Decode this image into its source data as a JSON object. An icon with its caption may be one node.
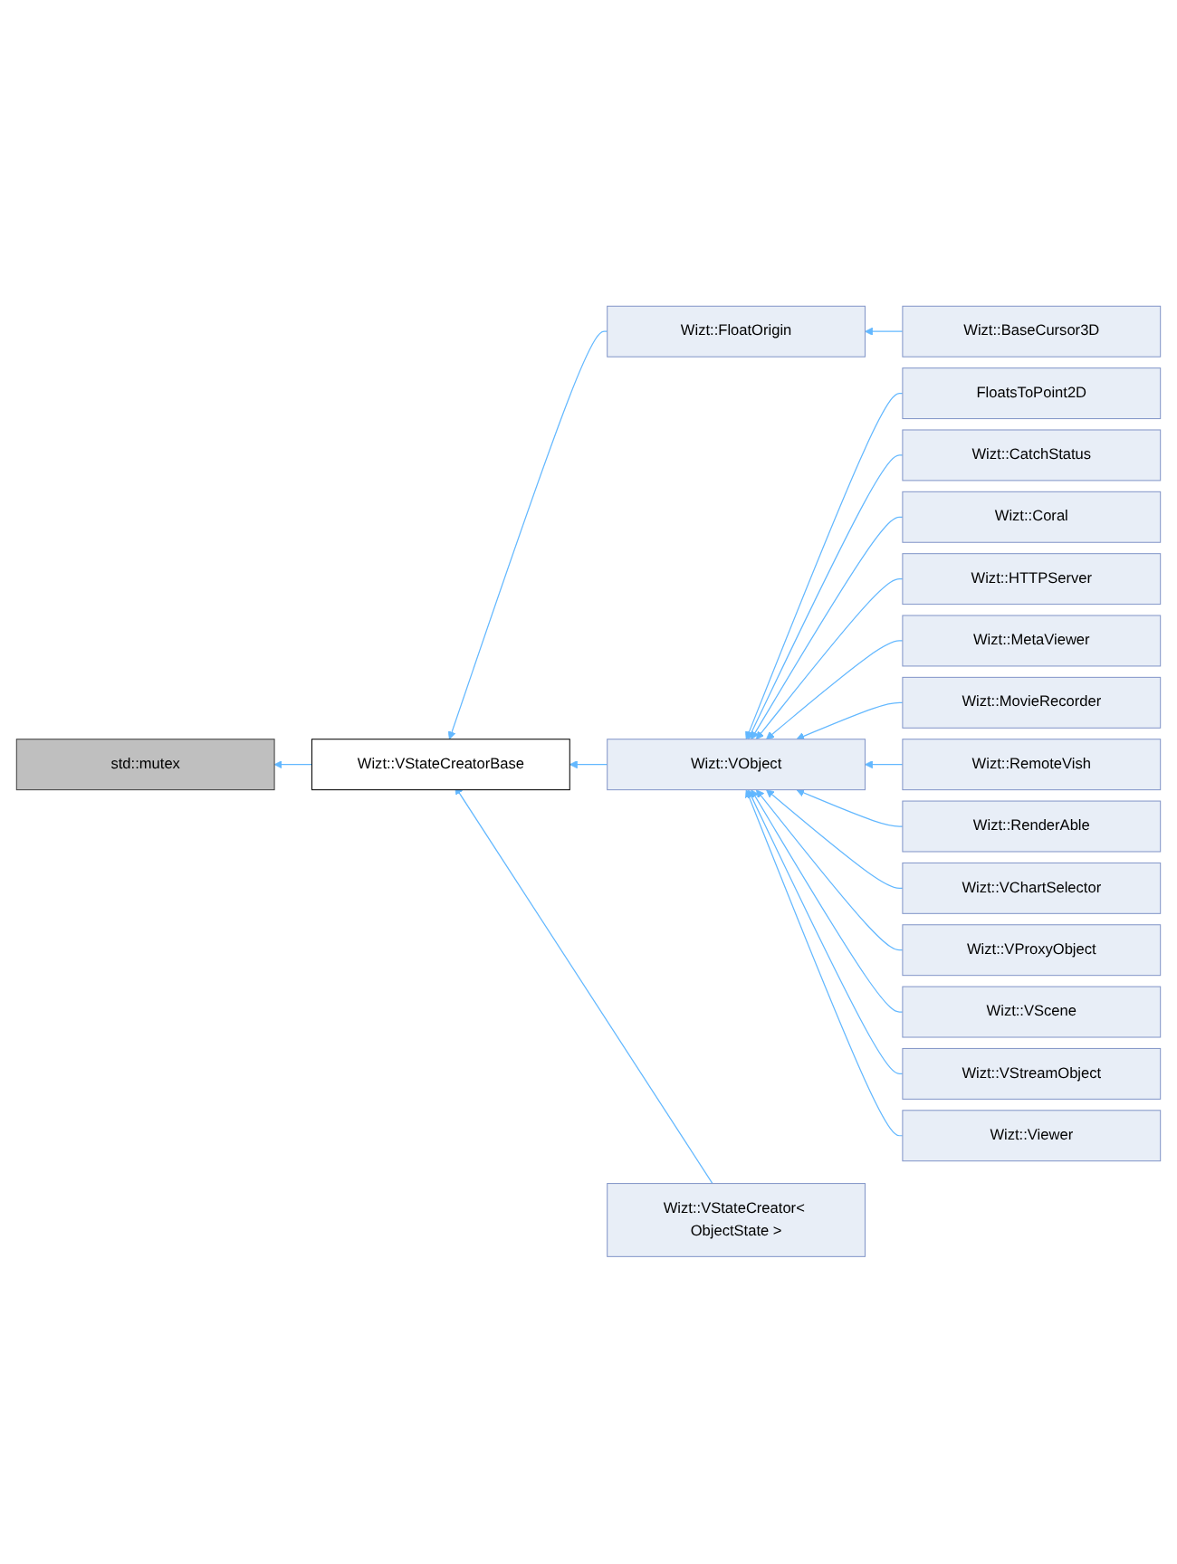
{
  "diagram": {
    "nodes": [
      {
        "text": [
          "std::mutex"
        ]
      },
      {
        "text": [
          "Wizt::VStateCreatorBase"
        ]
      },
      {
        "text": [
          "Wizt::FloatOrigin"
        ]
      },
      {
        "text": [
          "Wizt::VObject"
        ]
      },
      {
        "text": [
          "Wizt::VStateCreator< ObjectState >"
        ]
      },
      {
        "text": [
          "Wizt::BaseCursor3D"
        ]
      },
      {
        "text": [
          "FloatsToPoint2D"
        ]
      },
      {
        "text": [
          "Wizt::CatchStatus"
        ]
      },
      {
        "text": [
          "Wizt::Coral"
        ]
      },
      {
        "text": [
          "Wizt::HTTPServer"
        ]
      },
      {
        "text": [
          "Wizt::MetaViewer"
        ]
      },
      {
        "text": [
          "Wizt::MovieRecorder"
        ]
      },
      {
        "text": [
          "Wizt::RemoteVish"
        ]
      },
      {
        "text": [
          "Wizt::RenderAble"
        ]
      },
      {
        "text": [
          "Wizt::VChartSelector"
        ]
      },
      {
        "text": [
          "Wizt::VProxyObject"
        ]
      },
      {
        "text": [
          "Wizt::VScene"
        ]
      },
      {
        "text": [
          "Wizt::VStreamObject"
        ]
      },
      {
        "text": [
          "Wizt::Viewer"
        ]
      }
    ],
    "edges": [
      {
        "from": 1,
        "to": 0,
        "arrow": "to"
      },
      {
        "from": 2,
        "to": 1,
        "arrow": "to"
      },
      {
        "from": 3,
        "to": 1,
        "arrow": "to"
      },
      {
        "from": 4,
        "to": 1,
        "arrow": "to"
      },
      {
        "from": 5,
        "to": 2,
        "arrow": "to"
      },
      {
        "from": 6,
        "to": 3,
        "arrow": "to"
      },
      {
        "from": 7,
        "to": 3,
        "arrow": "to"
      },
      {
        "from": 8,
        "to": 3,
        "arrow": "to"
      },
      {
        "from": 9,
        "to": 3,
        "arrow": "to"
      },
      {
        "from": 10,
        "to": 3,
        "arrow": "to"
      },
      {
        "from": 11,
        "to": 3,
        "arrow": "to"
      },
      {
        "from": 12,
        "to": 3,
        "arrow": "to"
      },
      {
        "from": 13,
        "to": 3,
        "arrow": "to"
      },
      {
        "from": 14,
        "to": 3,
        "arrow": "to"
      },
      {
        "from": 15,
        "to": 3,
        "arrow": "to"
      },
      {
        "from": 16,
        "to": 3,
        "arrow": "to"
      },
      {
        "from": 17,
        "to": 3,
        "arrow": "to"
      },
      {
        "from": 18,
        "to": 3,
        "arrow": "to"
      }
    ]
  }
}
